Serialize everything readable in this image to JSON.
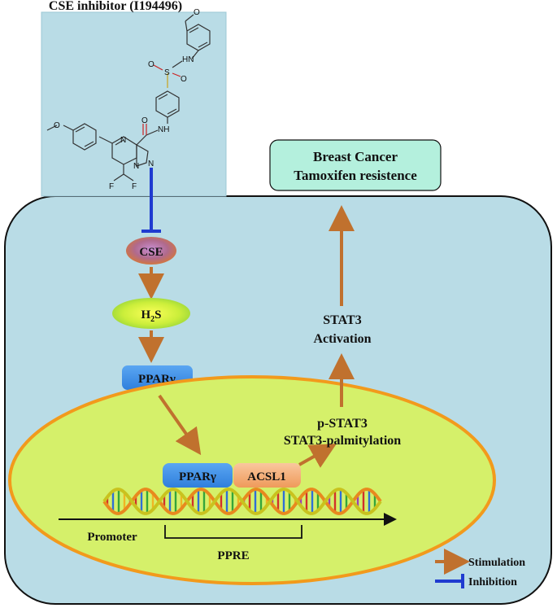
{
  "inhibitor": {
    "title": "CSE inhibitor (I194496)",
    "atoms": {
      "o_top": "O",
      "hn": "HN",
      "s": "S",
      "o_left": "O",
      "o_right": "O",
      "o_amide": "O",
      "nh": "NH",
      "o_meo": "O",
      "n1": "N",
      "n2": "N",
      "n3": "N",
      "f1": "F",
      "f2": "F"
    }
  },
  "nodes": {
    "cse": "CSE",
    "h2s_main": "H",
    "h2s_sub": "2",
    "h2s_tail": "S",
    "ppar": "PPARγ",
    "ppar_dna": "PPARγ",
    "acsl1": "ACSL1",
    "pstat_line1": "p-STAT3",
    "pstat_line2": "STAT3-palmitylation",
    "stat3_line1": "STAT3",
    "stat3_line2": "Activation",
    "outcome_line1": "Breast Cancer",
    "outcome_line2": "Tamoxifen resistence",
    "promoter": "Promoter",
    "ppre": "PPRE"
  },
  "legend": {
    "stimulation": "Stimulation",
    "inhibition": "Inhibition"
  },
  "colors": {
    "cell_fill": "#b9dce6",
    "nucleus_fill": "#d5f06a",
    "nucleus_stroke": "#f29a1c",
    "stimulation_arrow": "#c0712e",
    "inhibition_bar": "#1f3bd0",
    "outcome_fill": "#b4f0dd",
    "ppar_fill": "#3d8fe8",
    "acsl1_fill": "#f6b07a"
  }
}
